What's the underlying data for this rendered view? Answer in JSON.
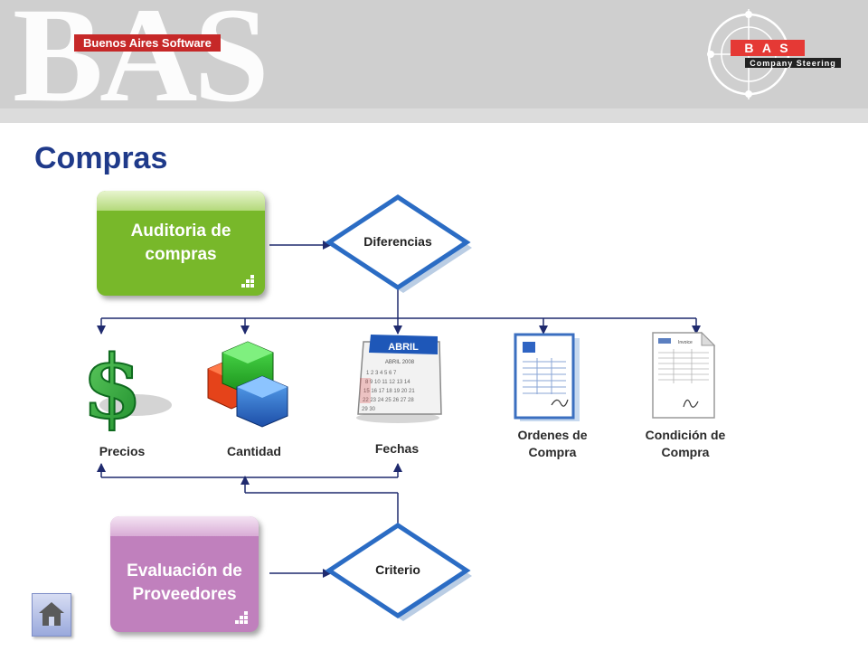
{
  "header": {
    "watermark_letters": "BAS",
    "company_name": "Buenos Aires Software",
    "logo": {
      "name": "B A S",
      "tagline": "Company Steering"
    }
  },
  "page": {
    "title": "Compras"
  },
  "boxes": {
    "audit": {
      "line1": "Auditoria de",
      "line2": "compras",
      "color": "#78b82a"
    },
    "evaluation": {
      "line1": "Evaluación de",
      "line2": "Proveedores",
      "color": "#c080bd"
    }
  },
  "diamonds": {
    "differences": "Diferencias",
    "criteria": "Criterio"
  },
  "items": {
    "prices": {
      "label": "Precios",
      "icon": "dollar-icon"
    },
    "quantity": {
      "label": "Cantidad",
      "icon": "boxes-icon"
    },
    "dates": {
      "label": "Fechas",
      "icon": "calendar-icon",
      "calendar_month": "ABRIL",
      "calendar_year_line": "ABRIL 2008"
    },
    "orders": {
      "line1": "Ordenes de",
      "line2": "Compra",
      "icon": "order-document-icon"
    },
    "conditions": {
      "line1": "Condición de",
      "line2": "Compra",
      "icon": "invoice-document-icon",
      "doc_title": "Invoice"
    }
  },
  "navigation": {
    "home_icon": "home-icon"
  },
  "colors": {
    "connector": "#1f2a6e",
    "title": "#1f3a8a",
    "header": "#cfcfcf",
    "accent_red": "#c62828"
  }
}
